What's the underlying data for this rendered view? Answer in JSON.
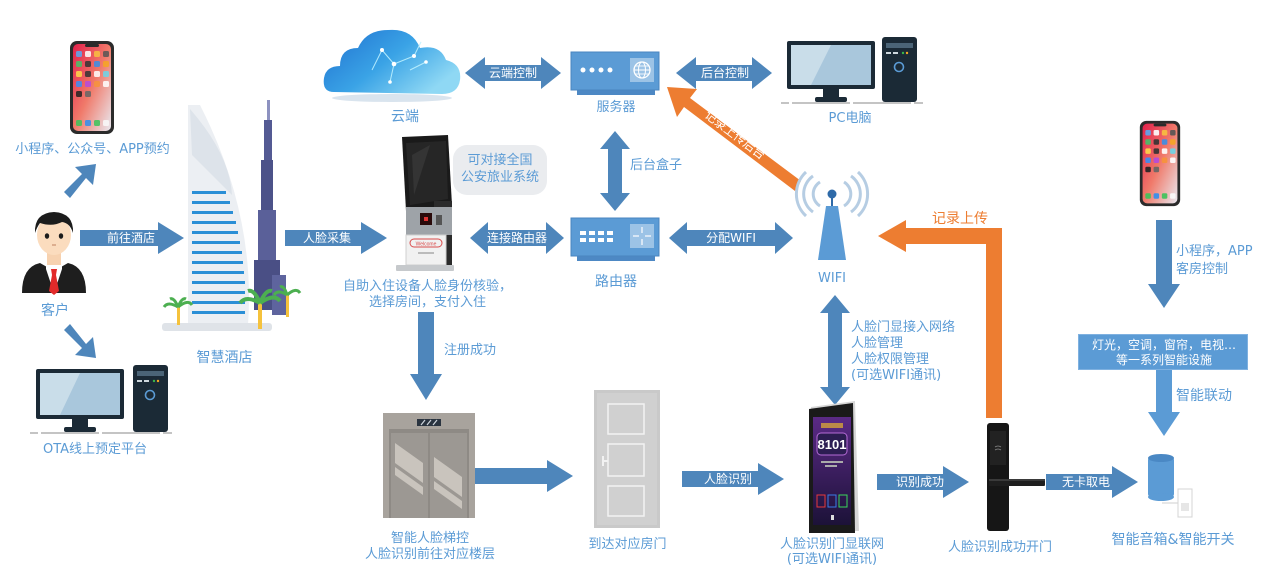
{
  "diagram": {
    "colors": {
      "arrow_blue": "#4e86bb",
      "label_blue": "#5b9bd5",
      "device_blue": "#5b9bd5",
      "orange": "#ed7d31",
      "dark": "#1f2d3a"
    },
    "nodes": {
      "phone_booking": {
        "label": "小程序、公众号、APP预约",
        "icon": "smartphone-icon"
      },
      "customer": {
        "label": "客户",
        "icon": "businessman-avatar-icon"
      },
      "ota": {
        "label": "OTA线上预定平台",
        "icon": "desktop-computer-icon"
      },
      "hotel": {
        "label": "智慧酒店",
        "icon": "hotel-building-icon"
      },
      "cloud": {
        "label": "云端",
        "icon": "cloud-icon"
      },
      "kiosk": {
        "label_line1": "自助入住设备人脸身份核验，",
        "label_line2": "选择房间，支付入住",
        "icon": "checkin-kiosk-icon",
        "screen_text": "Welcome"
      },
      "police_bubble": {
        "line1": "可对接全国",
        "line2": "公安旅业系统"
      },
      "server": {
        "label": "服务器",
        "icon": "server-icon"
      },
      "pc": {
        "label": "PC电脑",
        "icon": "desktop-computer-icon"
      },
      "router": {
        "label": "路由器",
        "icon": "router-icon"
      },
      "wifi": {
        "label": "WIFI",
        "icon": "wifi-antenna-icon"
      },
      "elevator": {
        "label_line1": "智能人脸梯控",
        "label_line2": "人脸识别前往对应楼层",
        "icon": "elevator-icon"
      },
      "room_door": {
        "label": "到达对应房门",
        "icon": "door-icon"
      },
      "face_panel": {
        "label_line1": "人脸识别门显联网",
        "label_line2": "(可选WIFI通讯)",
        "icon": "face-recognition-panel-icon",
        "room_number": "8101"
      },
      "door_lock": {
        "label": "人脸识别成功开门",
        "icon": "smart-lock-icon"
      },
      "phone_control": {
        "icon": "smartphone-icon"
      },
      "smart_devices_box": {
        "line1": "灯光，空调，窗帘，电视…",
        "line2": "等一系列智能设施"
      },
      "smart_speaker": {
        "label": "智能音箱&智能开关",
        "icon": "smart-speaker-switch-icon"
      }
    },
    "edges": {
      "to_phone": "",
      "to_hotel": "前往酒店",
      "to_ota": "",
      "face_capture": "人脸采集",
      "cloud_control": "云端控制",
      "backend_control": "后台控制",
      "backend_box": "后台盒子",
      "connect_router": "连接路由器",
      "assign_wifi": "分配WIFI",
      "upload_backend": "记录上传后台",
      "upload_record": "记录上传",
      "register_success": "注册成功",
      "wifi_panel_line1": "人脸门显接入网络",
      "wifi_panel_line2": "人脸管理",
      "wifi_panel_line3": "人脸权限管理",
      "wifi_panel_line4": "(可选WIFI通讯)",
      "face_recognize": "人脸识别",
      "recognize_success": "识别成功",
      "no_card_power": "无卡取电",
      "app_control_line1": "小程序，APP",
      "app_control_line2": "客房控制",
      "smart_linkage": "智能联动"
    }
  }
}
